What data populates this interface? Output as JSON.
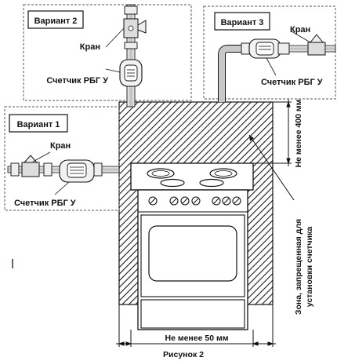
{
  "variant1": {
    "title": "Вариант 1",
    "tap_label": "Кран",
    "meter_label": "Счетчик РБГ У"
  },
  "variant2": {
    "title": "Вариант 2",
    "tap_label": "Кран",
    "meter_label": "Счетчик РБГ У"
  },
  "variant3": {
    "title": "Вариант 3",
    "tap_label": "Кран",
    "meter_label": "Счетчик РБГ У"
  },
  "dimensions": {
    "height_min": "Не менее 400 мм",
    "width_min": "Не менее 50 мм"
  },
  "forbidden_zone": {
    "line1": "Зона, запрещенная для",
    "line2": "установки счетчика"
  },
  "caption": "Рисунок 2",
  "colors": {
    "ink": "#111111",
    "hatch": "#1a1a1a",
    "stove_fill": "#ffffff",
    "pipe": "#cfcfcf"
  }
}
